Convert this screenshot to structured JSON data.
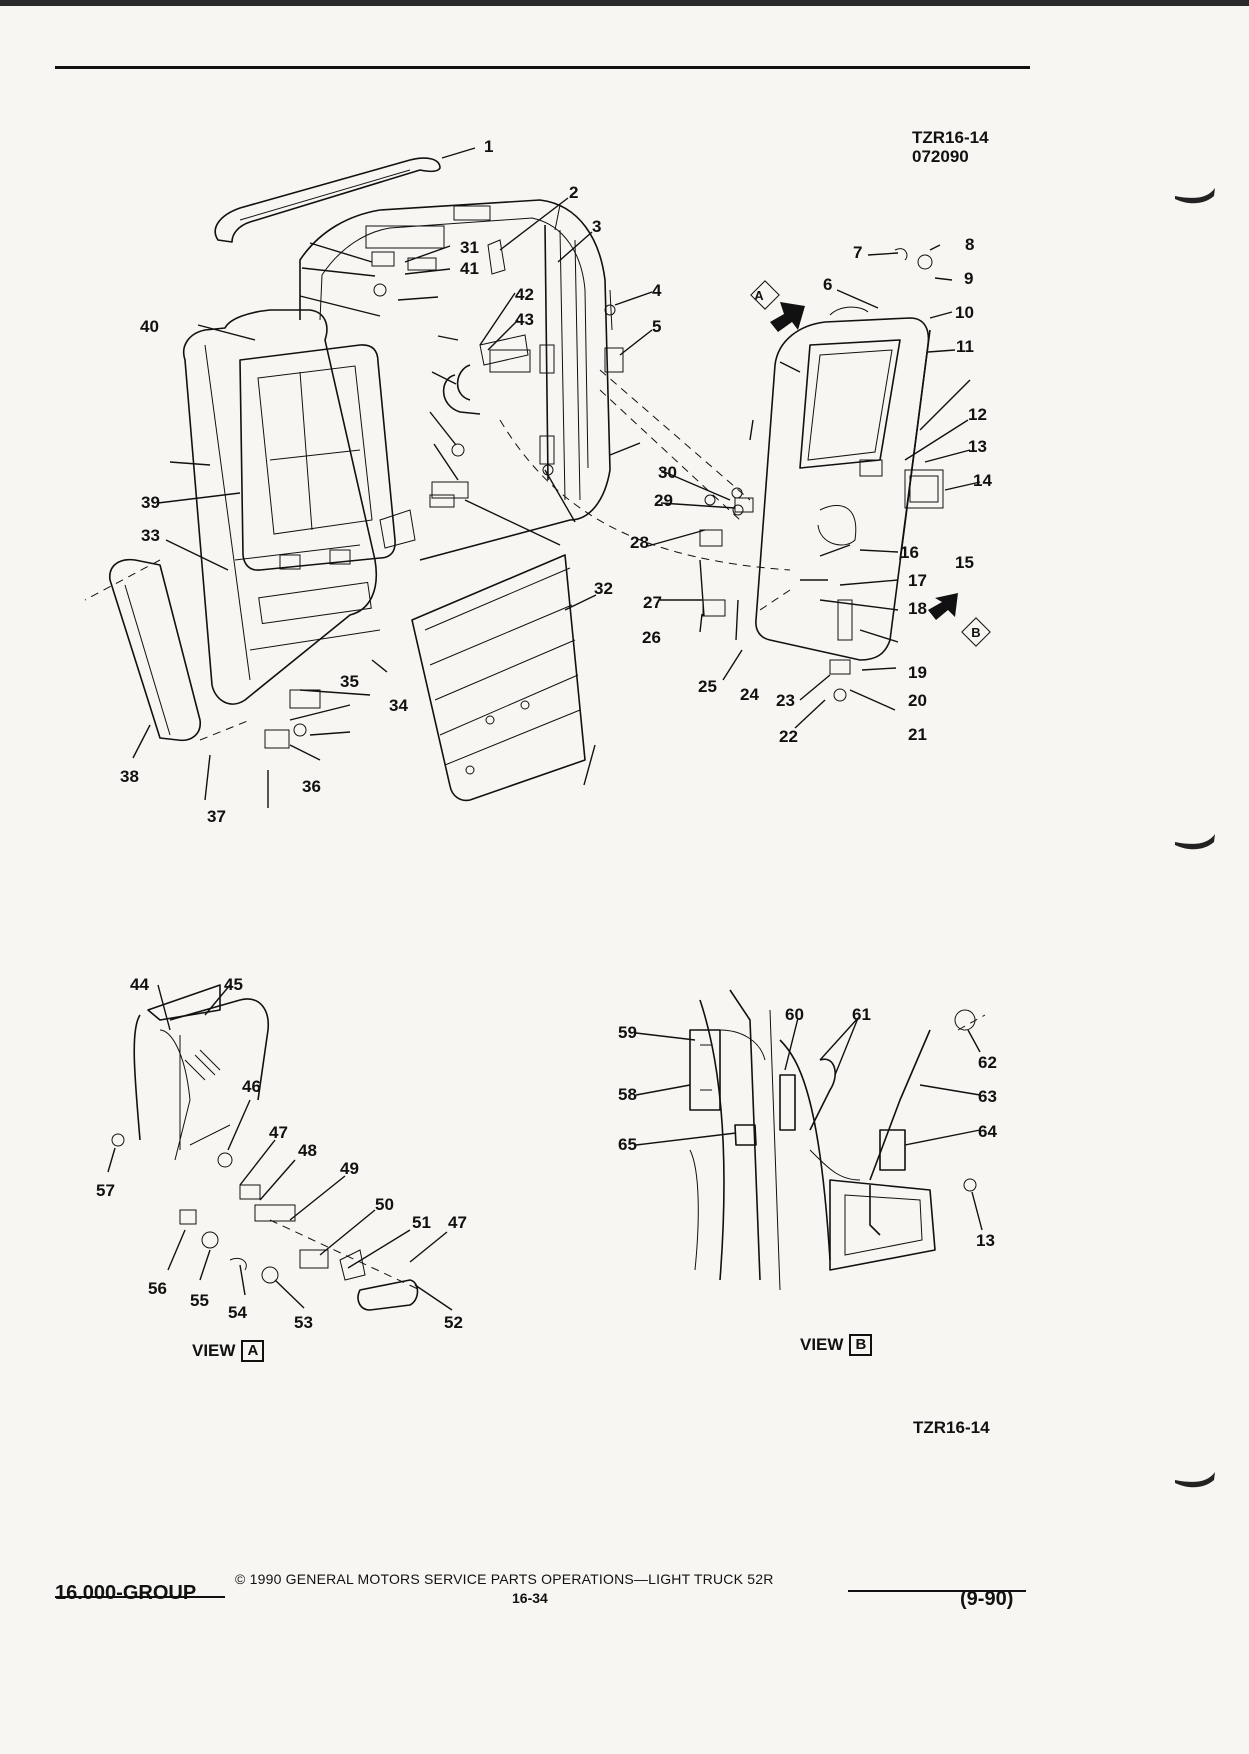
{
  "header": {
    "figure_code": "TZR16-14",
    "date_code": "072090"
  },
  "diagram": {
    "callouts": [
      "1",
      "2",
      "3",
      "4",
      "5",
      "6",
      "7",
      "8",
      "9",
      "10",
      "11",
      "12",
      "13",
      "14",
      "15",
      "16",
      "17",
      "18",
      "19",
      "20",
      "21",
      "22",
      "23",
      "24",
      "25",
      "26",
      "27",
      "28",
      "29",
      "30",
      "31",
      "32",
      "33",
      "34",
      "35",
      "36",
      "37",
      "38",
      "39",
      "40",
      "41",
      "42",
      "43",
      "44",
      "45",
      "46",
      "47",
      "48",
      "49",
      "50",
      "51",
      "52",
      "53",
      "54",
      "55",
      "56",
      "57",
      "58",
      "59",
      "60",
      "61",
      "62",
      "63",
      "64",
      "65"
    ]
  },
  "views": {
    "view_a": {
      "word": "VIEW",
      "letter": "A"
    },
    "view_b": {
      "word": "VIEW",
      "letter": "B"
    },
    "arrow_a": "A",
    "arrow_b": "B"
  },
  "figure_code_bottom": "TZR16-14",
  "footer": {
    "group": "16.000-GROUP",
    "copyright": "© 1990 GENERAL MOTORS SERVICE PARTS OPERATIONS—LIGHT TRUCK 52R",
    "page": "16-34",
    "revision": "(9-90)"
  }
}
